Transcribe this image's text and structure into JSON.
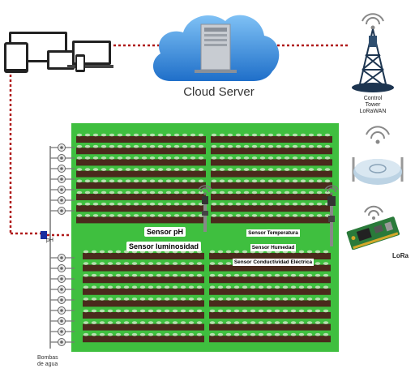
{
  "cloud": {
    "label": "Cloud Server"
  },
  "tower": {
    "line1": "Control",
    "line2": "Tower",
    "line3": "LoRaWAN"
  },
  "lora": {
    "label": "LoRa"
  },
  "pumps": {
    "line1": "Bombas",
    "line2": "de agua"
  },
  "hub": {
    "label": "pH"
  },
  "sensor_left": {
    "line1": "Sensor pH",
    "line2": "Sensor luminosidad"
  },
  "sensor_right": {
    "line1": "Sensor Temperatura",
    "line2": "Sensor Humedad",
    "line3": "Sensor Conductividad Eléctrica"
  },
  "colors": {
    "field_green": "#3fbf3f",
    "soil": "#4a2a1c",
    "plant": "#b8dfb0",
    "link_red": "#b01a1a",
    "cloud_blue": "#2e86de",
    "hub_blue": "#1a2ea0"
  }
}
